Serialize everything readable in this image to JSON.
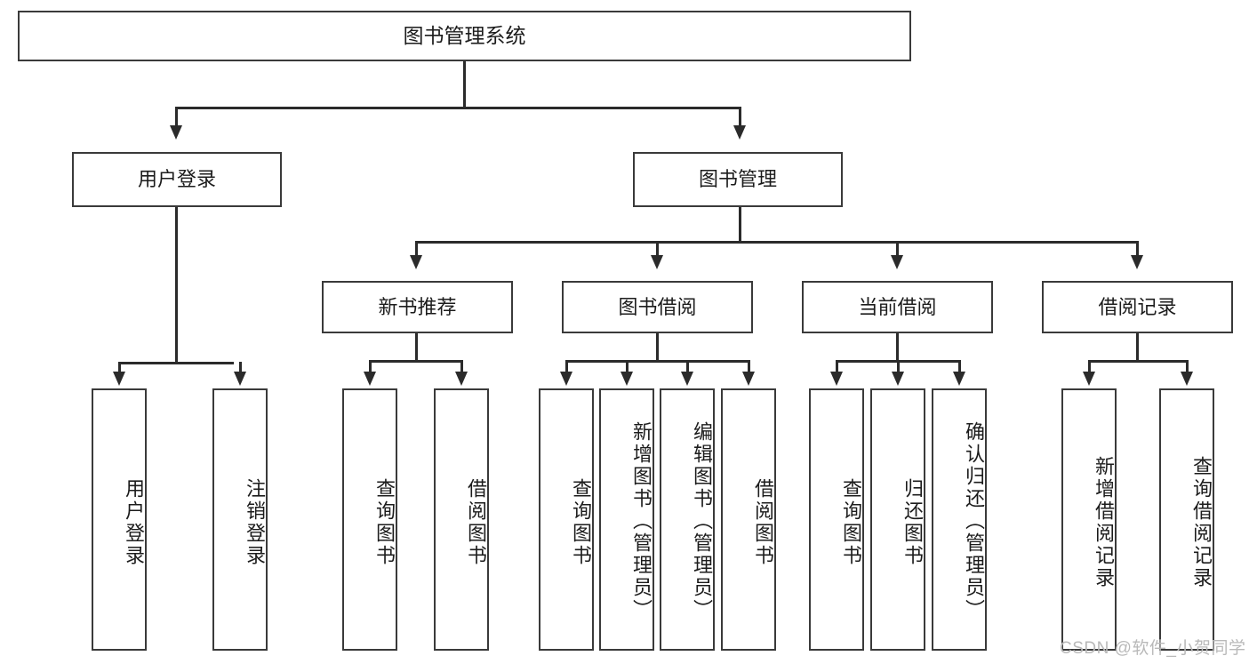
{
  "diagram": {
    "type": "tree-hierarchy-chart",
    "title": "图书管理系统",
    "watermark": "CSDN @软件_小贺同学",
    "colors": {
      "box_border": "#3a3a3a",
      "connector": "#2b2b2b",
      "background": "#ffffff",
      "text": "#1c1c1c",
      "watermark": "#b9b9b9"
    },
    "root": {
      "label": "图书管理系统"
    },
    "level2": [
      {
        "label": "用户登录"
      },
      {
        "label": "图书管理"
      }
    ],
    "level3": [
      {
        "label": "新书推荐"
      },
      {
        "label": "图书借阅"
      },
      {
        "label": "当前借阅"
      },
      {
        "label": "借阅记录"
      }
    ],
    "leaves": {
      "user_login": [
        {
          "label": "用户登录"
        },
        {
          "label": "注销登录"
        }
      ],
      "new_book_recommend": [
        {
          "label": "查询图书"
        },
        {
          "label": "借阅图书"
        }
      ],
      "book_borrow": [
        {
          "label": "查询图书"
        },
        {
          "label": "新增图书（管理员）"
        },
        {
          "label": "编辑图书（管理员）"
        },
        {
          "label": "借阅图书"
        }
      ],
      "current_borrow": [
        {
          "label": "查询图书"
        },
        {
          "label": "归还图书"
        },
        {
          "label": "确认归还（管理员）"
        }
      ],
      "borrow_record": [
        {
          "label": "新增借阅记录"
        },
        {
          "label": "查询借阅记录"
        }
      ]
    }
  }
}
